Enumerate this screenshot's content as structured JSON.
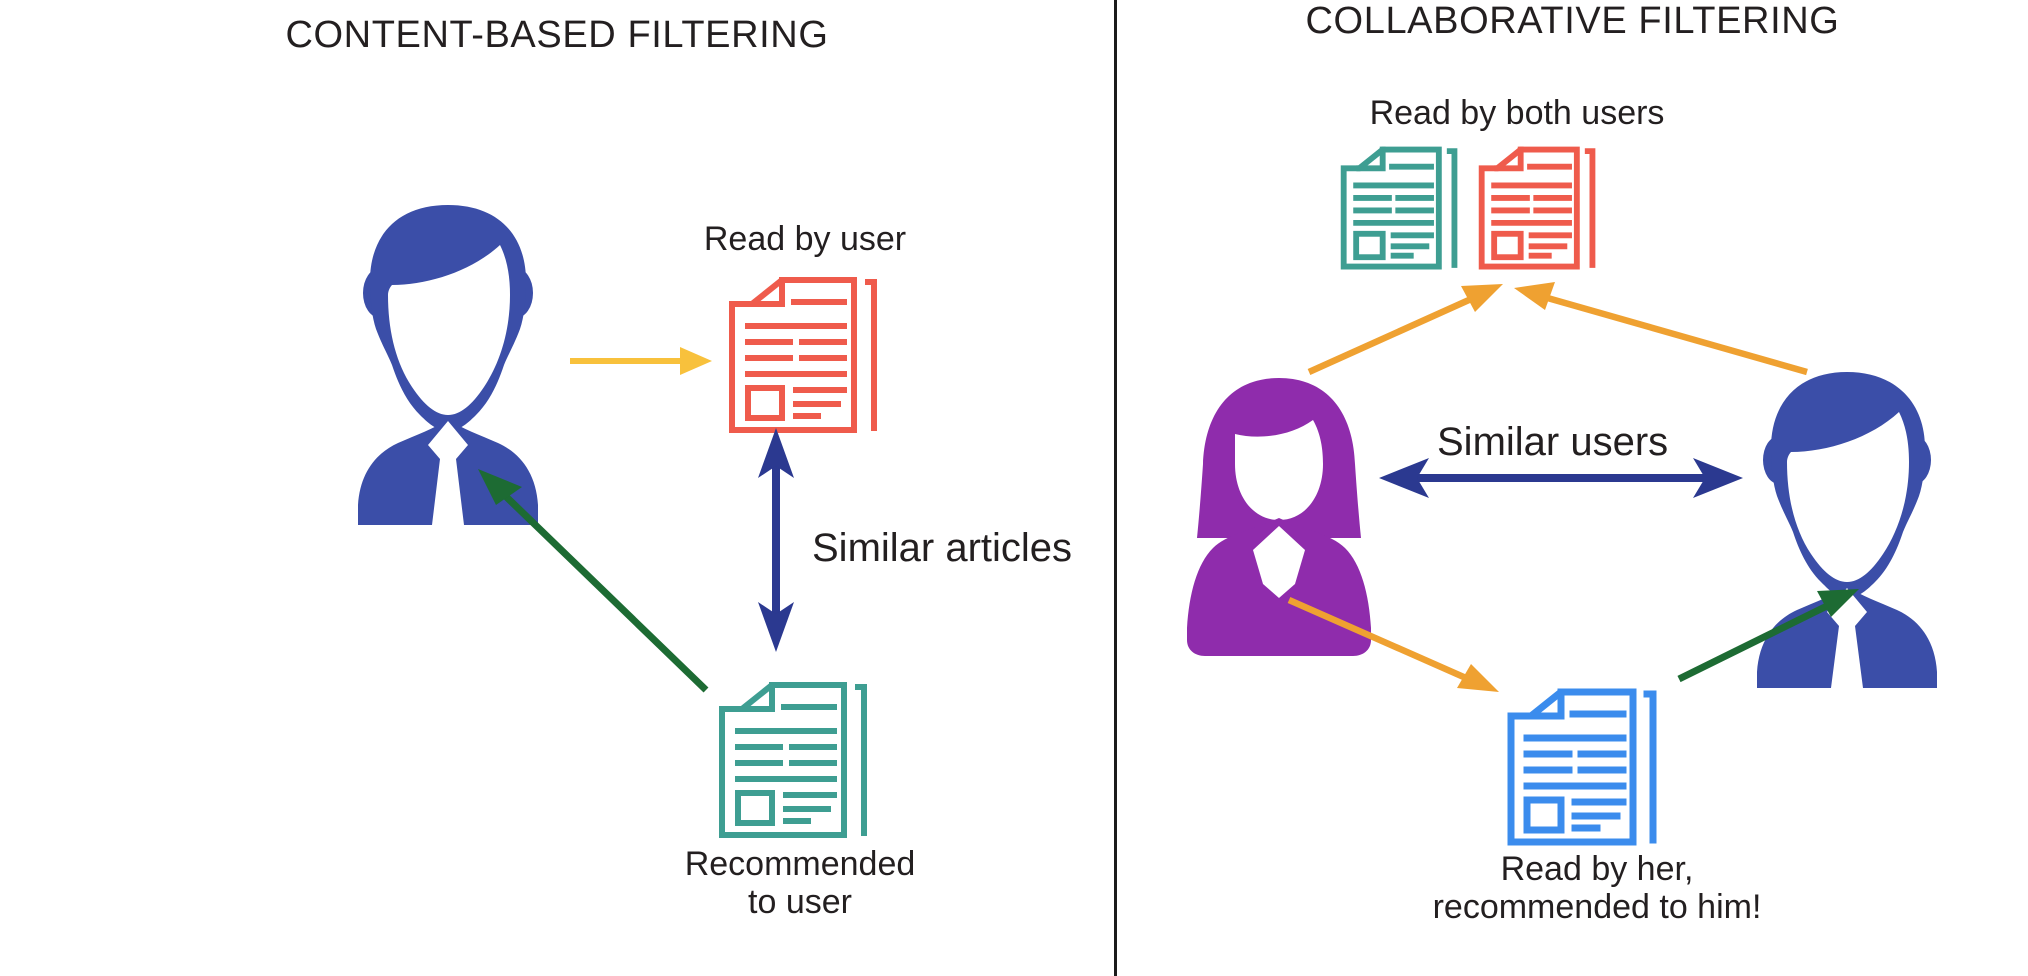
{
  "figure": {
    "type": "diagram",
    "subject": "Recommender system filtering approaches comparison",
    "panel_count": 2,
    "background_color": "#ffffff",
    "divider_color": "#1b1b1b"
  },
  "colors": {
    "doc_red": "#ef5b4c",
    "doc_teal": "#3e9e92",
    "doc_blue": "#3b8ced",
    "avatar_blue": "#3b4ea8",
    "avatar_purple": "#8f2cac",
    "arrow_yellow": "#f8c13c",
    "arrow_orange": "#efa131",
    "arrow_green": "#1d6b33",
    "arrow_navy": "#2b3990",
    "text": "#231f20"
  },
  "left_panel": {
    "title": "CONTENT-BASED FILTERING",
    "user_avatar": "male-user-avatar",
    "read_label": "Read by user",
    "read_doc_icon": "document-icon-red",
    "recommended_label": "Recommended\nto user",
    "recommended_doc_icon": "document-icon-teal",
    "similarity_label": "Similar articles",
    "arrows": [
      {
        "name": "arrow-user-to-read-doc",
        "color": "#f8c13c",
        "style": "single-head",
        "from": "male-user-avatar",
        "to": "document-icon-red"
      },
      {
        "name": "arrow-recommended-doc-to-user",
        "color": "#1d6b33",
        "style": "single-head",
        "from": "document-icon-teal",
        "to": "male-user-avatar"
      },
      {
        "name": "arrow-similar-articles",
        "color": "#2b3990",
        "style": "double-head-vertical",
        "from": "document-icon-red",
        "to": "document-icon-teal"
      }
    ]
  },
  "right_panel": {
    "title": "COLLABORATIVE FILTERING",
    "read_both_label": "Read by both users",
    "shared_doc_icons": [
      "document-icon-teal",
      "document-icon-red"
    ],
    "female_avatar": "female-user-avatar",
    "male_avatar": "male-user-avatar",
    "similarity_label": "Similar users",
    "recommended_doc_icon": "document-icon-blue",
    "recommended_label": "Read by her,\nrecommended to him!",
    "arrows": [
      {
        "name": "arrow-her-to-shared-docs",
        "color": "#efa131",
        "style": "single-head",
        "from": "female-user-avatar",
        "to": "shared-documents"
      },
      {
        "name": "arrow-him-to-shared-docs",
        "color": "#efa131",
        "style": "single-head",
        "from": "male-user-avatar",
        "to": "shared-documents"
      },
      {
        "name": "arrow-her-to-blue-doc",
        "color": "#efa131",
        "style": "single-head",
        "from": "female-user-avatar",
        "to": "document-icon-blue"
      },
      {
        "name": "arrow-blue-doc-to-him",
        "color": "#1d6b33",
        "style": "single-head",
        "from": "document-icon-blue",
        "to": "male-user-avatar"
      },
      {
        "name": "arrow-similar-users",
        "color": "#2b3990",
        "style": "double-head-horizontal",
        "from": "female-user-avatar",
        "to": "male-user-avatar"
      }
    ]
  }
}
